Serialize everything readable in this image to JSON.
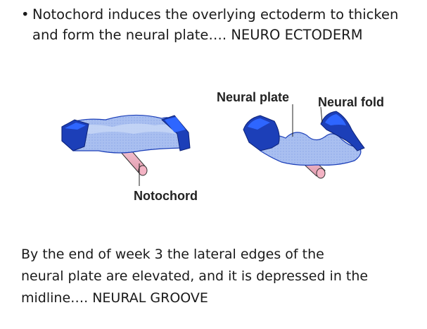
{
  "bullet": {
    "marker": "•",
    "line1": "Notochord induces the overlying ectoderm to thicken",
    "line2": "and form the neural plate…. NEURO ECTODERM"
  },
  "figure": {
    "label_neural_plate": "Neural plate",
    "label_neural_fold": "Neural fold",
    "label_notochord": "Notochord",
    "colors": {
      "plate_light": "#a9bff0",
      "plate_mid": "#7f9fe6",
      "edge_dark": "#1c3fb8",
      "edge_bright": "#2e66ff",
      "notochord": "#f3b3c4"
    }
  },
  "paragraph": {
    "line1": "By the end of week 3 the lateral edges of the",
    "line2": "neural plate are elevated, and it is depressed in the",
    "line3": "midline…. NEURAL GROOVE"
  }
}
